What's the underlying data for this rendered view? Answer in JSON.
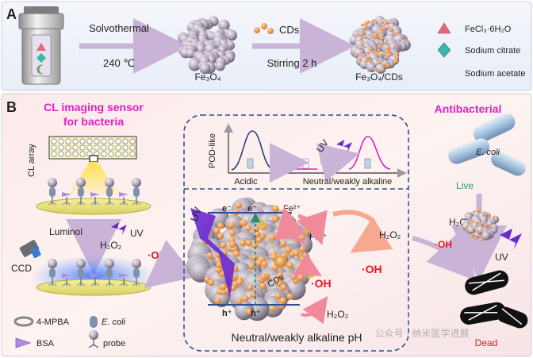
{
  "panel_a": {
    "letter": "A",
    "step1_label": "Solvothermal",
    "step1_condition": "240 ℃",
    "product1": "Fe₃O₄",
    "reagent2": "CDs",
    "step2_condition": "Stirring 2 h",
    "product2": "Fe₃O₄/CDs",
    "legend": [
      {
        "label": "FeCl₃·6H₂O",
        "icon": "red-triangle-icon"
      },
      {
        "label": "Sodium citrate",
        "icon": "teal-diamond-icon"
      },
      {
        "label": "Sodium acetate",
        "icon": "green-crescent-icon"
      }
    ]
  },
  "panel_b": {
    "letter": "B",
    "cl_title_line1": "CL imaging sensor",
    "cl_title_line2": "for bacteria",
    "cl_array_label": "CL array",
    "uv_label": "UV",
    "h2o2_label": "H₂O₂",
    "luminol_label": "Luminol",
    "ccd_label": "CCD",
    "oh_label": "·OH",
    "legend": [
      {
        "label": "4-MPBA"
      },
      {
        "label": "E. coli"
      },
      {
        "label": "BSA"
      },
      {
        "label": "probe"
      }
    ],
    "pod": {
      "ylabel": "POD-like",
      "acidic": "Acidic",
      "neutral": "Neutral/weakly alkaline",
      "uv": "UV"
    },
    "mechanism": {
      "uv": "UV",
      "e1": "e⁻",
      "e2": "e⁻",
      "h1": "h⁺",
      "h2": "h⁺",
      "cds": "CDs",
      "fe2": "Fe²⁺",
      "fe3": "Fe³⁺",
      "h2o2_top": "H₂O₂",
      "h2o2_bottom": "H₂O₂",
      "oh1": "·OH",
      "oh2": "·OH",
      "caption": "Neutral/weakly alkaline pH"
    },
    "antibacterial": {
      "title": "Antibacterial",
      "ecoli": "E. coli",
      "live": "Live",
      "h2o2": "H₂O₂",
      "uv": "UV",
      "oh": "·OH",
      "dead": "Dead"
    },
    "watermark": "公众号 · 纳米医学进展"
  },
  "colors": {
    "magenta": "#e020c8",
    "dark_blue": "#1f3a78",
    "red": "#e8141e",
    "teal": "#1a9a8a",
    "purple": "#6a2ad0",
    "arrow_lavender": "#c9b3d6"
  }
}
